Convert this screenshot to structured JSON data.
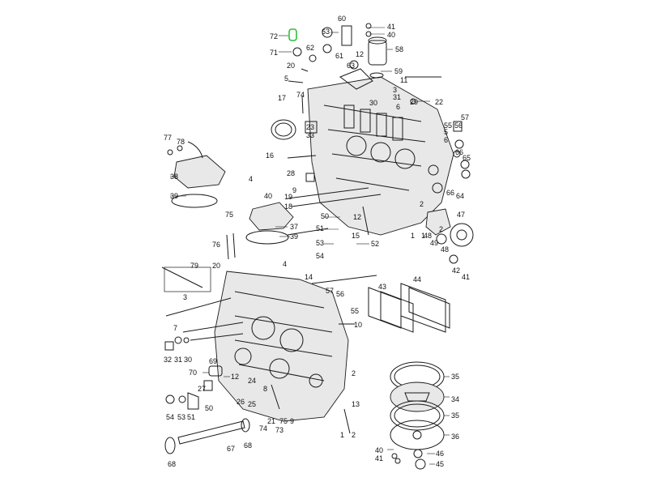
{
  "labels": [
    "72",
    "71",
    "63",
    "62",
    "60",
    "61",
    "63",
    "41",
    "40",
    "58",
    "12",
    "59",
    "20",
    "5",
    "74",
    "17",
    "11",
    "30",
    "31",
    "3",
    "6",
    "29",
    "22",
    "23",
    "33",
    "57",
    "55",
    "56",
    "16",
    "66",
    "65",
    "77",
    "78",
    "38",
    "4",
    "28",
    "9",
    "19",
    "18",
    "40",
    "37",
    "39",
    "39",
    "75",
    "76",
    "50",
    "12",
    "51",
    "53",
    "52",
    "54",
    "15",
    "2",
    "1",
    "48",
    "49",
    "48",
    "47",
    "42",
    "41",
    "79",
    "20",
    "4",
    "3",
    "14",
    "57",
    "56",
    "55",
    "43",
    "44",
    "7",
    "10",
    "32",
    "31",
    "30",
    "69",
    "70",
    "12",
    "24",
    "2",
    "27",
    "26",
    "25",
    "8",
    "13",
    "54",
    "53",
    "51",
    "50",
    "74",
    "21",
    "75",
    "9",
    "73",
    "2",
    "35",
    "34",
    "35",
    "36",
    "40",
    "46",
    "41",
    "45",
    "67",
    "68",
    "68",
    "1",
    "2",
    "6",
    "5",
    "66",
    "64",
    "1"
  ]
}
